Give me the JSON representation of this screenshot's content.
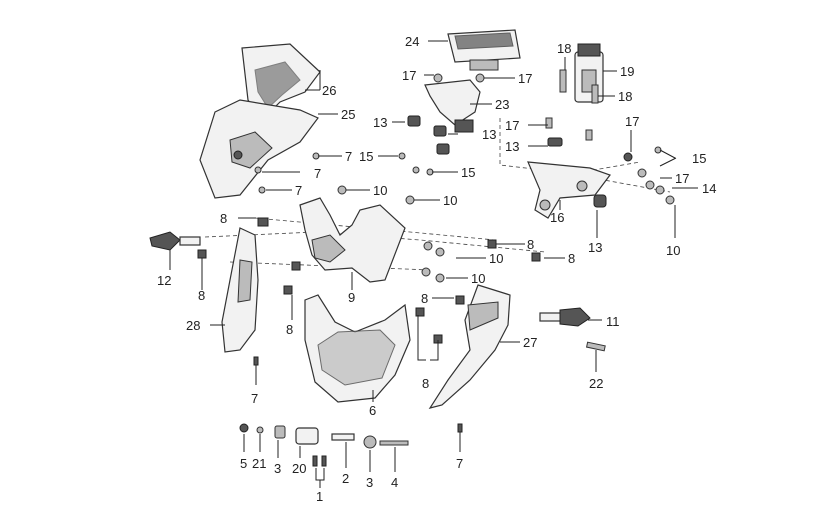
{
  "callouts": {
    "c1": "1",
    "c2": "2",
    "c3a": "3",
    "c3b": "3",
    "c4": "4",
    "c5": "5",
    "c6": "6",
    "c7a": "7",
    "c7b": "7",
    "c7c": "7",
    "c7d": "7",
    "c7e": "7",
    "c8a": "8",
    "c8b": "8",
    "c8c": "8",
    "c8d": "8",
    "c8e": "8",
    "c8f": "8",
    "c8g": "8",
    "c9": "9",
    "c10a": "10",
    "c10b": "10",
    "c10c": "10",
    "c10d": "10",
    "c10e": "10",
    "c11": "11",
    "c12": "12",
    "c13a": "13",
    "c13b": "13",
    "c13c": "13",
    "c13d": "13",
    "c14": "14",
    "c15a": "15",
    "c15b": "15",
    "c15c": "15",
    "c16": "16",
    "c17a": "17",
    "c17b": "17",
    "c17c": "17",
    "c17d": "17",
    "c17e": "17",
    "c18a": "18",
    "c18b": "18",
    "c19": "19",
    "c20": "20",
    "c21": "21",
    "c22": "22",
    "c23": "23",
    "c24": "24",
    "c25": "25",
    "c26": "26",
    "c27": "27",
    "c28": "28"
  }
}
